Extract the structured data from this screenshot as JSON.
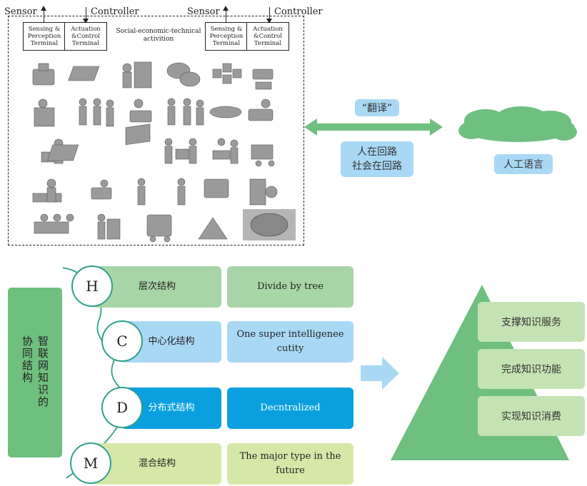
{
  "top_labels": {
    "sensor_left": "Sensor",
    "controller_left": "Controller",
    "sensor_right": "Sensor",
    "controller_right": "Controller"
  },
  "terminals": {
    "sensing": "Sensing & Perception Terminal",
    "actuation": "Actuation &Control Terminal"
  },
  "activity_label": "Social-economic-technical activition",
  "translation": {
    "label": "“翻译”",
    "human_loop_1": "人在回路",
    "human_loop_2": "社会在回路",
    "cloud_label": "人工语言"
  },
  "structure": {
    "side_title_col1": "协同结构",
    "side_title_col2": "智联网知识的",
    "rows": [
      {
        "letter": "H",
        "zh": "层次结构",
        "en": "Divide by tree"
      },
      {
        "letter": "C",
        "zh": "中心化结构",
        "en": "One super intelligenee cutity"
      },
      {
        "letter": "D",
        "zh": "分布式结构",
        "en": "Decntralized"
      },
      {
        "letter": "M",
        "zh": "混合结构",
        "en": "The major type in the future"
      }
    ]
  },
  "pyramid": {
    "items": [
      "支撑知识服务",
      "完成知识功能",
      "实现知识消费"
    ]
  },
  "colors": {
    "green_light": "#a8d5a8",
    "blue_light": "#a9d8f4",
    "blue_dark": "#0aa0e0",
    "green_pale": "#d6e8a8",
    "green_main": "#6fbf7f",
    "teal": "#2e9f8c"
  }
}
